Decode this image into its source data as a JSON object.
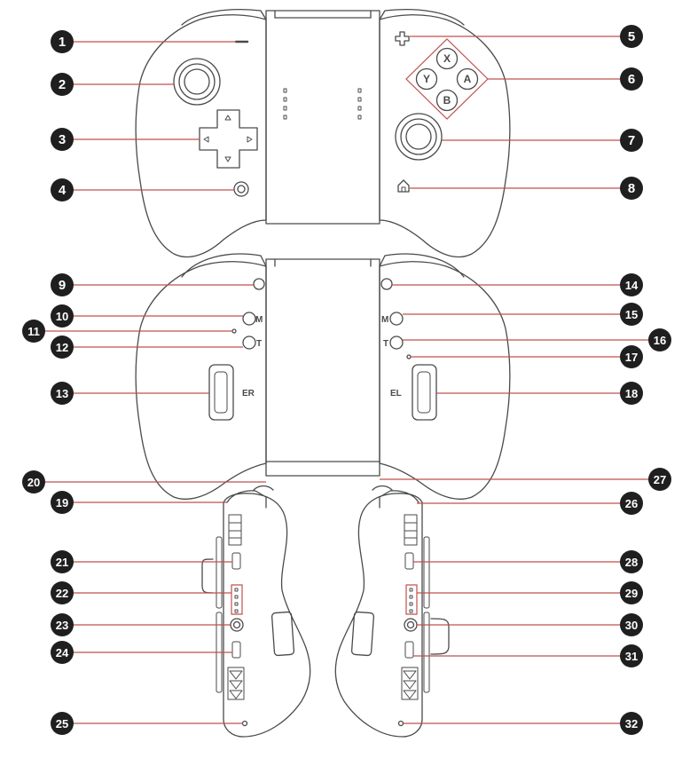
{
  "callouts": [
    {
      "n": "1"
    },
    {
      "n": "2"
    },
    {
      "n": "3"
    },
    {
      "n": "4"
    },
    {
      "n": "5"
    },
    {
      "n": "6"
    },
    {
      "n": "7"
    },
    {
      "n": "8"
    },
    {
      "n": "9"
    },
    {
      "n": "10"
    },
    {
      "n": "11"
    },
    {
      "n": "12"
    },
    {
      "n": "13"
    },
    {
      "n": "14"
    },
    {
      "n": "15"
    },
    {
      "n": "16"
    },
    {
      "n": "17"
    },
    {
      "n": "18"
    },
    {
      "n": "19"
    },
    {
      "n": "20"
    },
    {
      "n": "21"
    },
    {
      "n": "22"
    },
    {
      "n": "23"
    },
    {
      "n": "24"
    },
    {
      "n": "25"
    },
    {
      "n": "26"
    },
    {
      "n": "27"
    },
    {
      "n": "28"
    },
    {
      "n": "29"
    },
    {
      "n": "30"
    },
    {
      "n": "31"
    },
    {
      "n": "32"
    }
  ],
  "face_buttons": {
    "x": "X",
    "y": "Y",
    "a": "A",
    "b": "B"
  },
  "back_labels": {
    "m_left": "M",
    "t_left": "T",
    "m_right": "M",
    "t_right": "T",
    "er": "ER",
    "el": "EL"
  },
  "colors": {
    "leader": "#c0504d",
    "badge": "#1f1f1f",
    "outline": "#4a4a4a",
    "badge_text": "#ffffff"
  }
}
